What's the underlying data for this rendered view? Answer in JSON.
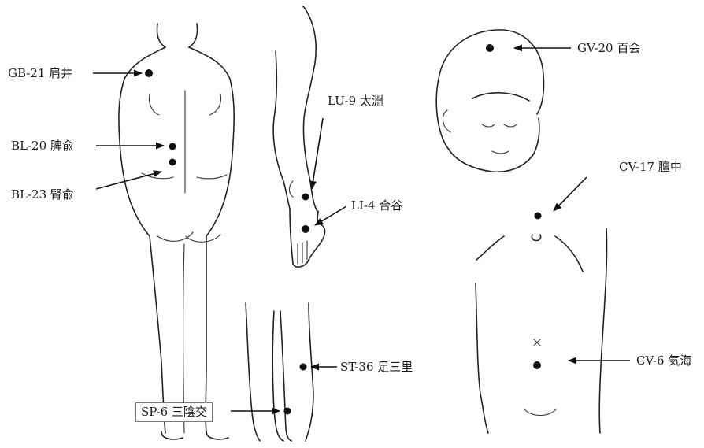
{
  "points": [
    {
      "id": "gb21",
      "label": "GB-21 肩井"
    },
    {
      "id": "bl20",
      "label": "BL-20 脾兪"
    },
    {
      "id": "bl23",
      "label": "BL-23 腎兪"
    },
    {
      "id": "lu9",
      "label": "LU-9 太淵"
    },
    {
      "id": "li4",
      "label": "LI-4 合谷"
    },
    {
      "id": "gv20",
      "label": "GV-20 百会"
    },
    {
      "id": "cv17",
      "label": "CV-17 膻中"
    },
    {
      "id": "cv6",
      "label": "CV-6 気海"
    },
    {
      "id": "st36",
      "label": "ST-36 足三里"
    },
    {
      "id": "sp6",
      "label": "SP-6 三陰交"
    }
  ]
}
